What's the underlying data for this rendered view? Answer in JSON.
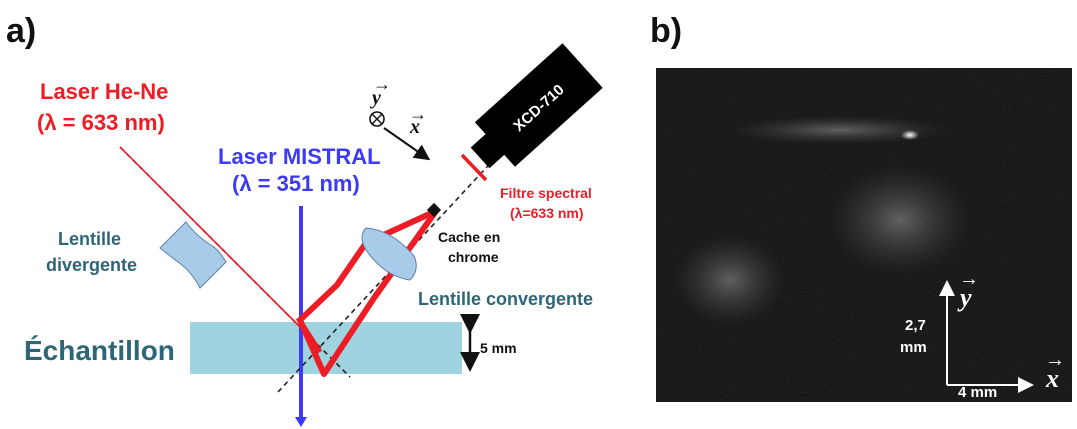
{
  "panel_a": {
    "label": "a)",
    "laser_hene": {
      "name": "Laser He-Ne",
      "wavelength": "(λ = 633 nm)"
    },
    "laser_mistral": {
      "name": "Laser MISTRAL",
      "wavelength": "(λ = 351 nm)"
    },
    "lens_div": {
      "line1": "Lentille",
      "line2": "divergente"
    },
    "lens_conv": "Lentille convergente",
    "cache": {
      "line1": "Cache en",
      "line2": "chrome"
    },
    "filter": {
      "line1": "Filtre spectral",
      "line2": "(λ=633 nm)"
    },
    "camera": "XCD-710",
    "sample": "Échantillon",
    "thickness": "5 mm",
    "axis_y": "y",
    "axis_x": "x"
  },
  "panel_b": {
    "label": "b)",
    "axis_y": "y",
    "axis_x": "x",
    "scale_y": {
      "line1": "2,7",
      "line2": "mm"
    },
    "scale_x": "4 mm"
  },
  "colors": {
    "red": "#ee1c24",
    "blue": "#3b3bf5",
    "teal": "#2e6677",
    "lens": "#a8cbea",
    "sample": "#9fd3e0",
    "camera": "#000000"
  }
}
